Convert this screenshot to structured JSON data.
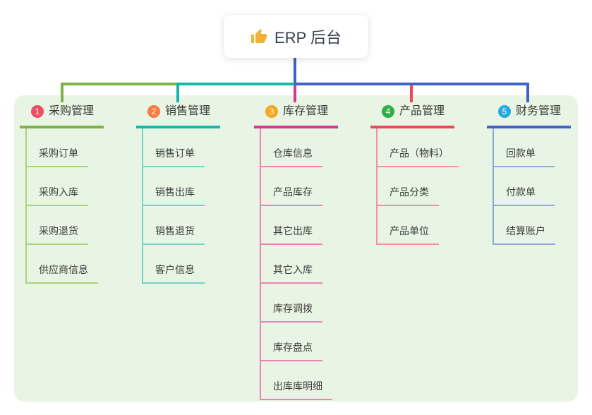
{
  "root": {
    "label": "ERP 后台",
    "icon": "thumbs-up-icon",
    "line_color": "#4160c8"
  },
  "panel_color": "#e8f5e4",
  "branches": [
    {
      "num": "1",
      "title": "采购管理",
      "badge_color": "#ee4d63",
      "line_color": "#7cb342",
      "child_line_color": "#a8d578",
      "children": [
        "采购订单",
        "采购入库",
        "采购退货",
        "供应商信息"
      ]
    },
    {
      "num": "2",
      "title": "销售管理",
      "badge_color": "#f87c3d",
      "line_color": "#14b8ab",
      "child_line_color": "#72d3c9",
      "children": [
        "销售订单",
        "销售出库",
        "销售退货",
        "客户信息"
      ]
    },
    {
      "num": "3",
      "title": "库存管理",
      "badge_color": "#f8a51f",
      "line_color": "#d4388f",
      "child_line_color": "#ee82b8",
      "children": [
        "仓库信息",
        "产品库存",
        "其它出库",
        "其它入库",
        "库存调拨",
        "库存盘点",
        "出库库明细"
      ]
    },
    {
      "num": "4",
      "title": "产品管理",
      "badge_color": "#2fae49",
      "line_color": "#ef4757",
      "child_line_color": "#f79099",
      "children": [
        "产品（物料）",
        "产品分类",
        "产品单位"
      ]
    },
    {
      "num": "5",
      "title": "财务管理",
      "badge_color": "#27aae1",
      "line_color": "#4160c8",
      "child_line_color": "#93a7de",
      "children": [
        "回款单",
        "付款单",
        "结算账户"
      ]
    }
  ]
}
